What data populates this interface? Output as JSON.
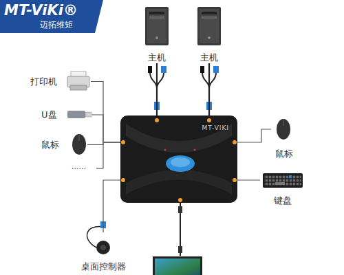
{
  "diagram": {
    "nodes": [
      {
        "text": [
          "MT-VIKI"
        ]
      },
      {
        "text": [
          "主机"
        ]
      },
      {
        "text": [
          "主机"
        ]
      },
      {
        "text": [
          "打印机"
        ]
      },
      {
        "text": [
          "U盘"
        ]
      },
      {
        "text": [
          "鼠标"
        ]
      },
      {
        "text": [
          "鼠标"
        ]
      },
      {
        "text": [
          "键盘"
        ]
      },
      {
        "text": [
          "桌面控制器"
        ]
      }
    ],
    "edges": [
      {
        "from": 1,
        "to": 0,
        "arrow": "none"
      },
      {
        "from": 2,
        "to": 0,
        "arrow": "none"
      },
      {
        "from": 3,
        "to": 0,
        "arrow": "none"
      },
      {
        "from": 4,
        "to": 0,
        "arrow": "none"
      },
      {
        "from": 5,
        "to": 0,
        "arrow": "none"
      },
      {
        "from": 6,
        "to": 0,
        "arrow": "none"
      },
      {
        "from": 7,
        "to": 0,
        "arrow": "none"
      },
      {
        "from": 8,
        "to": 0,
        "arrow": "none"
      }
    ],
    "labels": [
      "MT-ViKi®",
      "迈拓维矩",
      "......"
    ]
  }
}
